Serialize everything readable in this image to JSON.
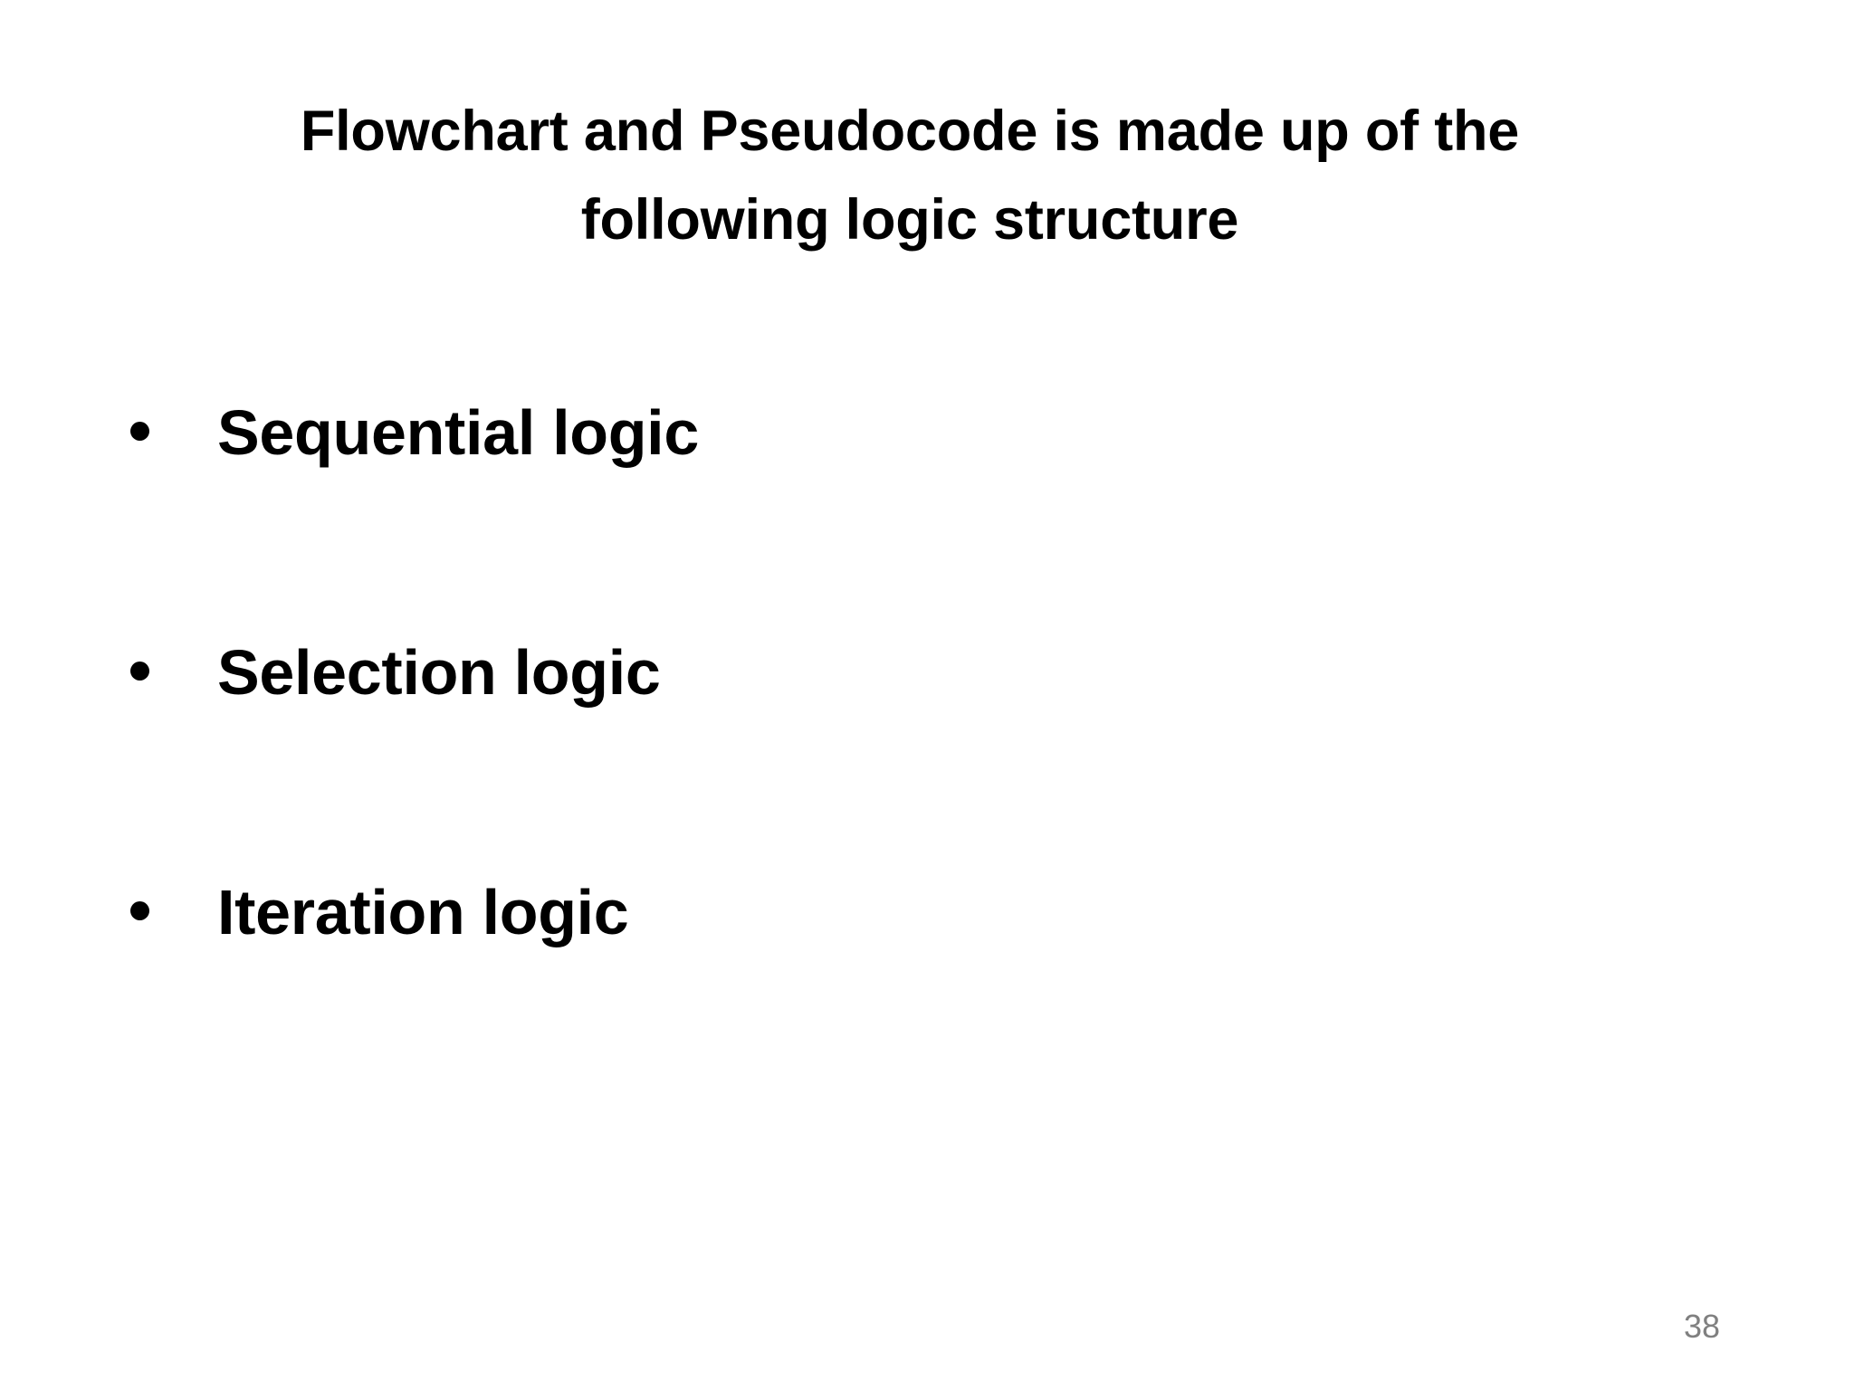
{
  "slide": {
    "background_color": "#ffffff",
    "page_number": "38",
    "page_number_color": "#808080",
    "text_color": "#000000"
  },
  "title": {
    "full_text": "Flowchart and Pseudocode is made up of the following logic structure",
    "lines": [
      "Flowchart and Pseudocode is made up of the",
      "following logic structure"
    ]
  },
  "body": {
    "bullet_glyph": "•",
    "items": [
      {
        "label": "Sequential logic"
      },
      {
        "label": "Selection logic"
      },
      {
        "label": "Iteration logic"
      }
    ]
  }
}
